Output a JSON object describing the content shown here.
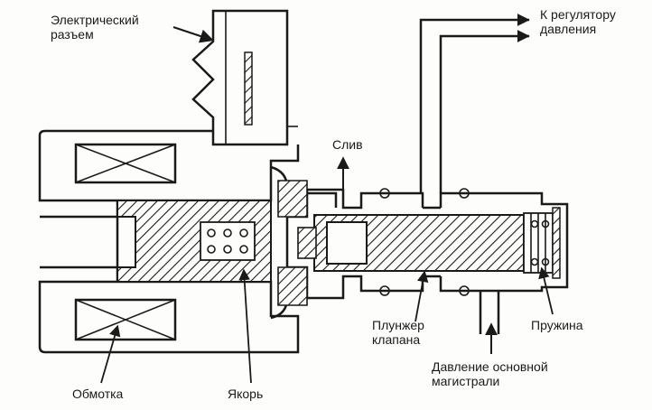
{
  "labels": {
    "connector": "Электрический\nразъем",
    "to_regulator": "К регулятору\nдавления",
    "drain": "Слив",
    "plunger": "Плунжер\nклапана",
    "spring": "Пружина",
    "line_pressure": "Давление основной\nмагистрали",
    "coil": "Обмотка",
    "armature": "Якорь"
  }
}
